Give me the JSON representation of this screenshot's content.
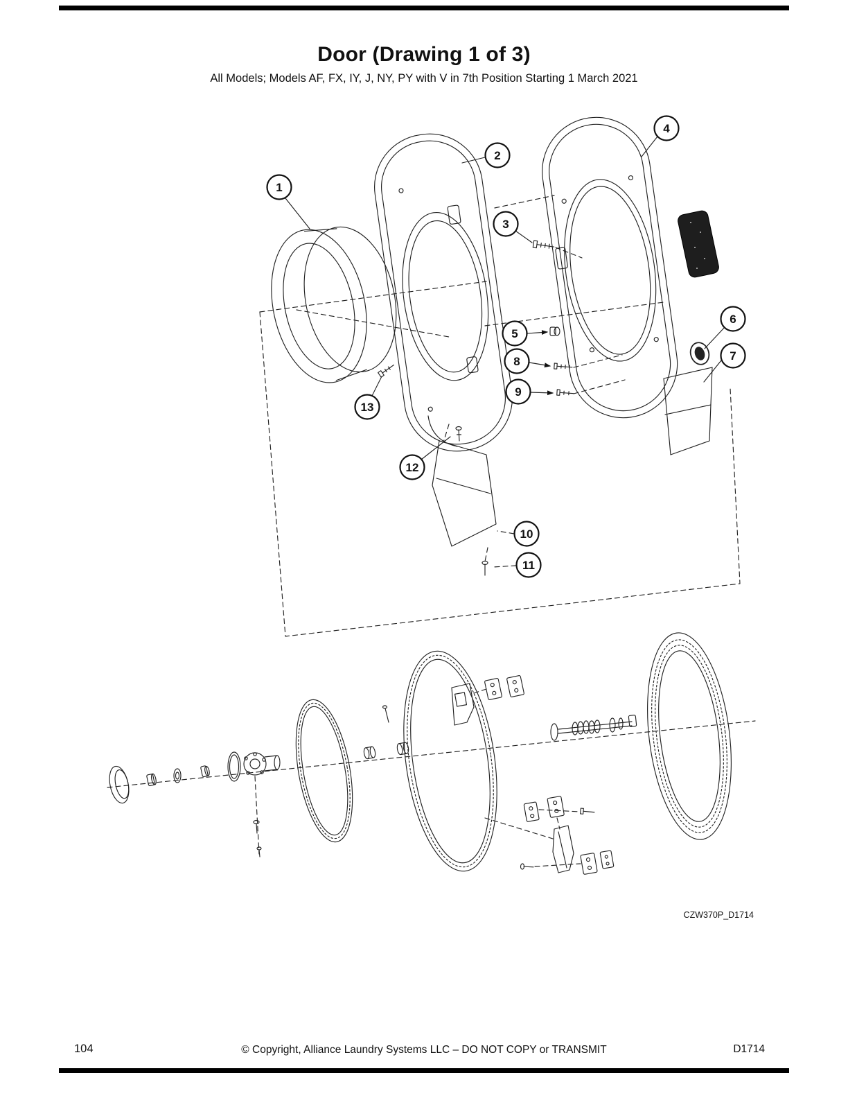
{
  "page": {
    "title": "Door (Drawing 1 of 3)",
    "subtitle": "All Models; Models AF, FX, IY, J, NY, PY with V in 7th Position Starting 1 March 2021"
  },
  "diagram": {
    "code_label": "CZW370P_D1714",
    "callout_labels": [
      "1",
      "2",
      "3",
      "4",
      "5",
      "6",
      "7",
      "8",
      "9",
      "10",
      "11",
      "12",
      "13"
    ]
  },
  "footer": {
    "page_number": "104",
    "copyright": "© Copyright, Alliance Laundry Systems LLC – DO NOT COPY or TRANSMIT",
    "doc_id": "D1714"
  }
}
